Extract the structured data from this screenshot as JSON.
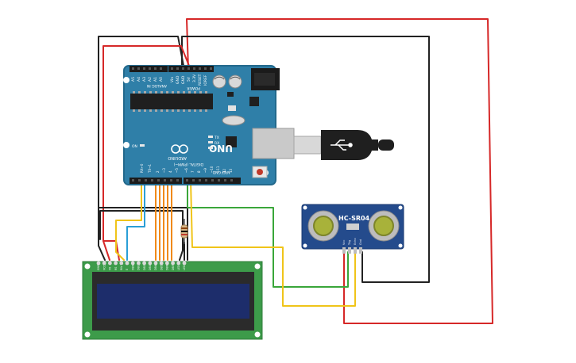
{
  "arduino": {
    "model": "UNO",
    "brand": "ARDUINO",
    "power_header": "POWER",
    "analog_header": "ANALOG IN",
    "digital_header": "DIGITAL (PWM~)",
    "tx": "TX",
    "rx": "RX",
    "l": "L",
    "on": "ON",
    "ioref": "IOREF",
    "reset": "RESET",
    "v33": "3.3V",
    "v5": "5V",
    "gnd": "GND",
    "vin": "Vin",
    "a0": "A0",
    "a1": "A1",
    "a2": "A2",
    "a3": "A3",
    "a4": "A4",
    "a5": "A5",
    "aref": "AREF",
    "digital_pins": [
      "13",
      "12",
      "~11",
      "~10",
      "~9",
      "8",
      "7",
      "~6",
      "~5",
      "4",
      "~3",
      "2",
      "TX→1",
      "RX←0"
    ]
  },
  "sensor": {
    "name": "HC-SR04",
    "pins": [
      "Vcc",
      "Trig",
      "Echo",
      "Gnd"
    ]
  },
  "lcd": {
    "pins": [
      "GND",
      "VCC",
      "V0",
      "RS",
      "RW",
      "E",
      "DB0",
      "DB1",
      "DB2",
      "DB3",
      "DB4",
      "DB5",
      "DB6",
      "DB7",
      "LED",
      "LED"
    ]
  },
  "colors": {
    "board": "#2f7fa8",
    "board_edge": "#23698c",
    "pcb_green": "#3d9b4a",
    "lcd_screen": "#1d2d6b",
    "sensor_blue": "#244b8c",
    "wire_red": "#d62828",
    "wire_black": "#222222",
    "wire_yellow": "#f0c419",
    "wire_green": "#3aa63a",
    "wire_orange": "#f08a1a",
    "wire_blue": "#2a9fd6"
  }
}
